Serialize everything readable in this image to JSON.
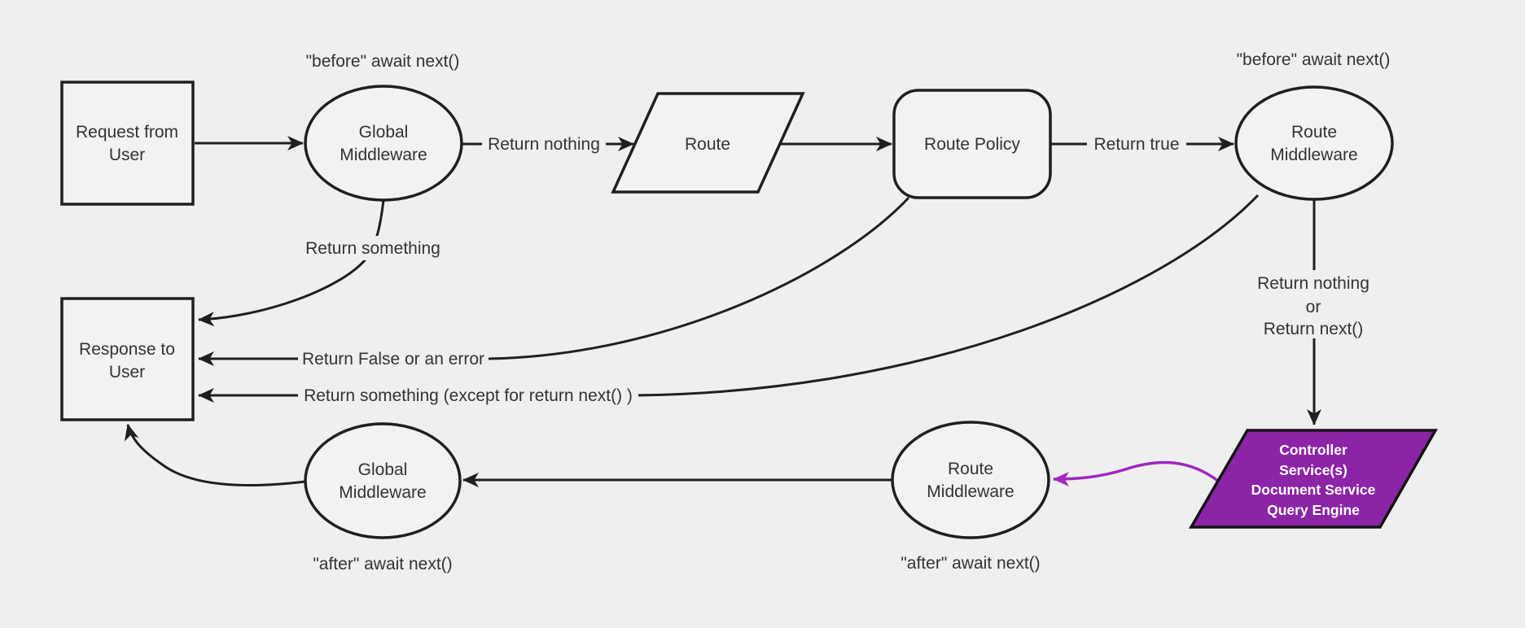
{
  "diagram": {
    "title_semantic": "request-response middleware flowchart",
    "colors": {
      "background": "#efefef",
      "node_fill": "#f2f2f2",
      "stroke": "#1f1f1f",
      "controller_fill": "#8c24a8",
      "controller_arrow": "#9e28c0",
      "text": "#333333",
      "controller_text": "#ffffff"
    },
    "nodes": {
      "request_user": {
        "line1": "Request from",
        "line2": "User"
      },
      "global_middleware_before": {
        "line1": "Global",
        "line2": "Middleware",
        "annotation": "\"before\" await next()"
      },
      "route": {
        "label": "Route"
      },
      "route_policy": {
        "label": "Route Policy"
      },
      "route_middleware_before": {
        "line1": "Route",
        "line2": "Middleware",
        "annotation": "\"before\" await next()"
      },
      "response_user": {
        "line1": "Response to",
        "line2": "User"
      },
      "controller": {
        "line1": "Controller",
        "line2": "Service(s)",
        "line3": "Document Service",
        "line4": "Query Engine"
      },
      "route_middleware_after": {
        "line1": "Route",
        "line2": "Middleware",
        "annotation": "\"after\" await next()"
      },
      "global_middleware_after": {
        "line1": "Global",
        "line2": "Middleware",
        "annotation": "\"after\" await next()"
      }
    },
    "edges": {
      "return_nothing": "Return nothing",
      "return_true": "Return true",
      "return_something": "Return something",
      "return_false": "Return False or an error",
      "return_something_except": "Return something (except for return next() )",
      "return_nothing_or_line1": "Return nothing",
      "return_nothing_or_line2": "or",
      "return_nothing_or_line3": "Return next()"
    }
  }
}
